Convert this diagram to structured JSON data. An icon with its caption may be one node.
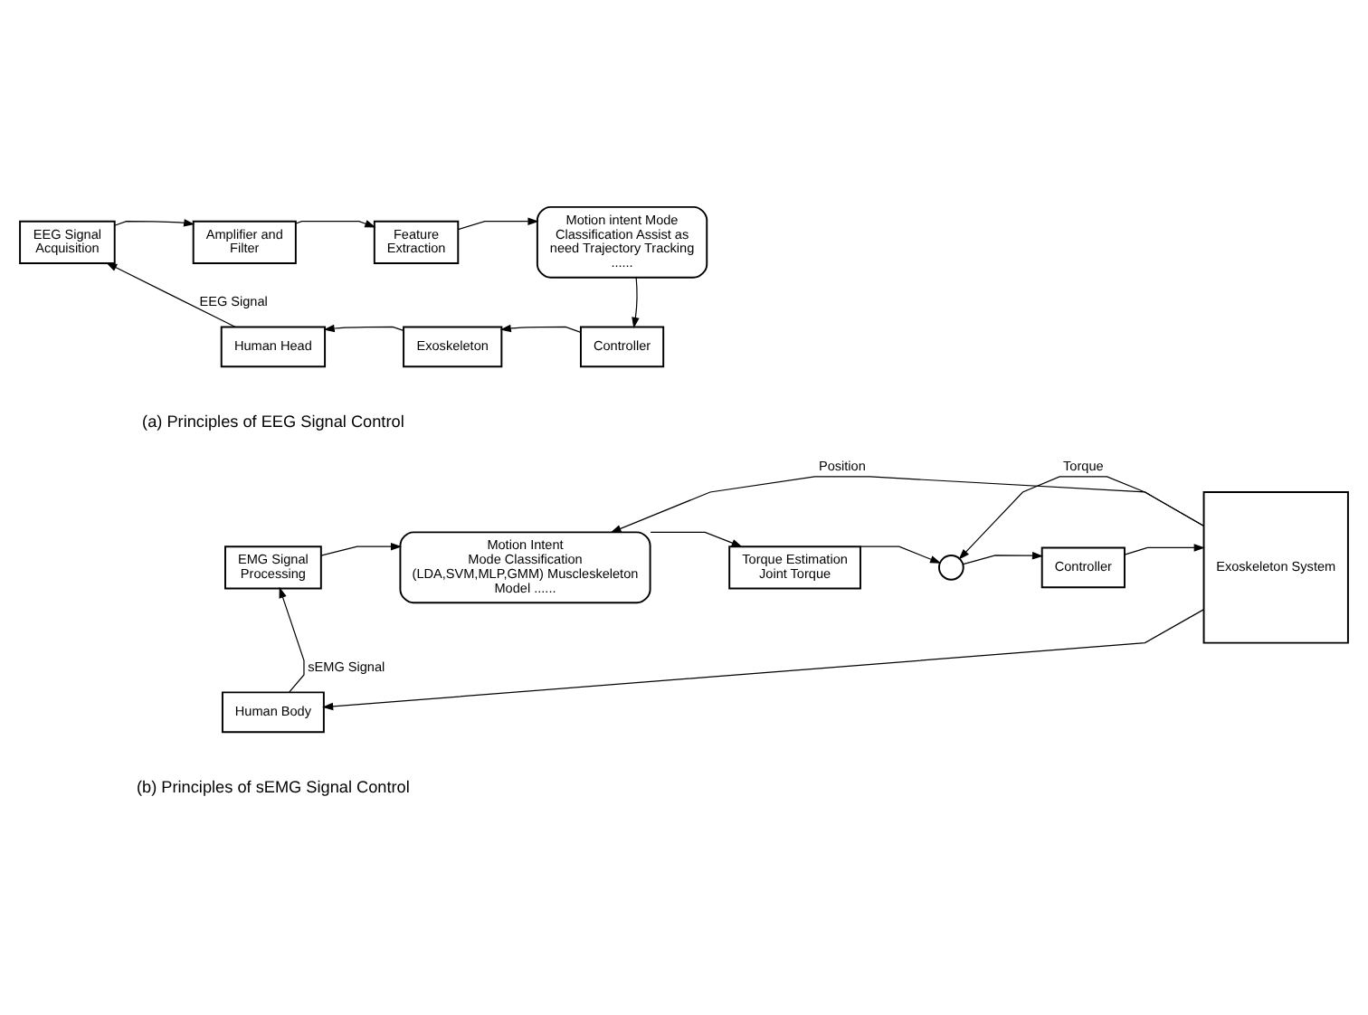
{
  "diagram": {
    "nodes": [
      {
        "text": [
          "EEG Signal Acquisition"
        ]
      },
      {
        "text": [
          "Amplifier and Filter"
        ]
      },
      {
        "text": [
          "Feature Extraction"
        ]
      },
      {
        "text": [
          "Motion intent Mode Classification Assist as need Trajectory Tracking ......"
        ]
      },
      {
        "text": [
          "Controller"
        ]
      },
      {
        "text": [
          "Exoskeleton"
        ]
      },
      {
        "text": [
          "Human Head"
        ]
      },
      {
        "text": [
          "EMG Signal Processing"
        ]
      },
      {
        "text": [
          "Motion Intent Mode Classification (LDA,SVM,MLP,GMM) Muscleskeleton Model ......"
        ]
      },
      {
        "text": [
          "Torque Estimation Joint Torque"
        ]
      },
      {
        "text": [],
        "shape": "circle"
      },
      {
        "text": [
          "Controller"
        ]
      },
      {
        "text": [
          "Exoskeleton System"
        ]
      },
      {
        "text": [
          "Human Body"
        ]
      }
    ],
    "edges": [
      {
        "from": 0,
        "to": 1,
        "arrow": "to"
      },
      {
        "from": 1,
        "to": 2,
        "arrow": "to"
      },
      {
        "from": 2,
        "to": 3,
        "arrow": "to"
      },
      {
        "from": 3,
        "to": 4,
        "arrow": "to"
      },
      {
        "from": 4,
        "to": 5,
        "arrow": "to"
      },
      {
        "from": 5,
        "to": 6,
        "arrow": "to"
      },
      {
        "from": 6,
        "to": 0,
        "arrow": "to",
        "label": "EEG Signal"
      },
      {
        "from": 7,
        "to": 8,
        "arrow": "to"
      },
      {
        "from": 8,
        "to": 9,
        "arrow": "to"
      },
      {
        "from": 9,
        "to": 10,
        "arrow": "to"
      },
      {
        "from": 10,
        "to": 11,
        "arrow": "to"
      },
      {
        "from": 11,
        "to": 12,
        "arrow": "to"
      },
      {
        "from": 12,
        "to": 10,
        "arrow": "to",
        "label": "Torque"
      },
      {
        "from": 12,
        "to": 8,
        "arrow": "to",
        "label": "Position"
      },
      {
        "from": 12,
        "to": 13,
        "arrow": "to"
      },
      {
        "from": 13,
        "to": 7,
        "arrow": "to",
        "label": "sEMG Signal"
      }
    ],
    "labels": [
      "(a) Principles of EEG Signal Control",
      "(b) Principles of sEMG Signal Control"
    ]
  }
}
